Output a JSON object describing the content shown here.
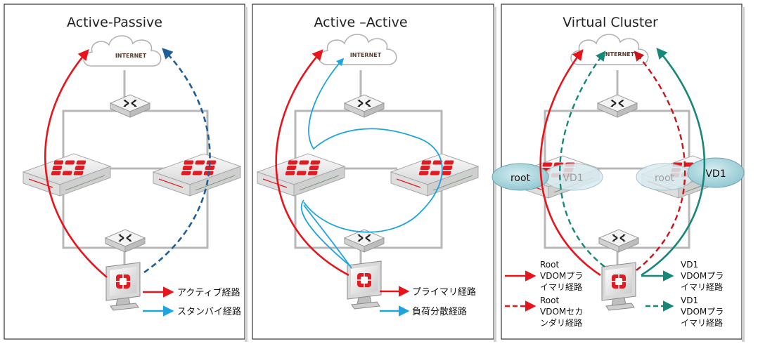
{
  "panels": [
    {
      "title": "Active-Passive",
      "internet_label": "INTERNET",
      "legend": [
        {
          "text": "アクティブ経路",
          "color": "#e8141b",
          "style": "solid"
        },
        {
          "text": "スタンバイ経路",
          "color": "#1ea5e0",
          "style": "solid"
        }
      ],
      "paths": [
        {
          "name": "active-path",
          "color": "#e8141b",
          "style": "solid"
        },
        {
          "name": "standby-path",
          "color": "#1f5f99",
          "style": "dashed"
        }
      ]
    },
    {
      "title": "Active –Active",
      "internet_label": "INTERNET",
      "legend": [
        {
          "text": "プライマリ経路",
          "color": "#e8141b",
          "style": "solid"
        },
        {
          "text": "負荷分散経路",
          "color": "#1ea5e0",
          "style": "solid"
        }
      ],
      "paths": [
        {
          "name": "primary-path",
          "color": "#e8141b",
          "style": "solid"
        },
        {
          "name": "load-balance-path",
          "color": "#1ea5e0",
          "style": "solid"
        }
      ]
    },
    {
      "title": "Virtual Cluster",
      "internet_label": "INTERNET",
      "vdom_left": {
        "primary": "root",
        "secondary": "VD1"
      },
      "vdom_right": {
        "primary": "VD1",
        "secondary": "root"
      },
      "legend_left": [
        {
          "lines": [
            "Root",
            "VDOMプラ",
            "イマリ経路"
          ],
          "color": "#e8141b",
          "style": "solid"
        },
        {
          "lines": [
            "Root",
            "VDOMセカ",
            "ンダリ経路"
          ],
          "color": "#e8141b",
          "style": "dashed"
        }
      ],
      "legend_right": [
        {
          "lines": [
            "VD1",
            "VDOMプラ",
            "イマリ経路"
          ],
          "color": "#17877a",
          "style": "solid"
        },
        {
          "lines": [
            "VD1",
            "VDOMプラ",
            "イマリ経路"
          ],
          "color": "#17877a",
          "style": "dashed"
        }
      ]
    }
  ],
  "colors": {
    "red": "#e8141b",
    "blue": "#1ea5e0",
    "dark_blue": "#1f5f99",
    "teal": "#17877a",
    "dark_red": "#c8151b",
    "vdom_bubble": "#a9d4dc"
  }
}
